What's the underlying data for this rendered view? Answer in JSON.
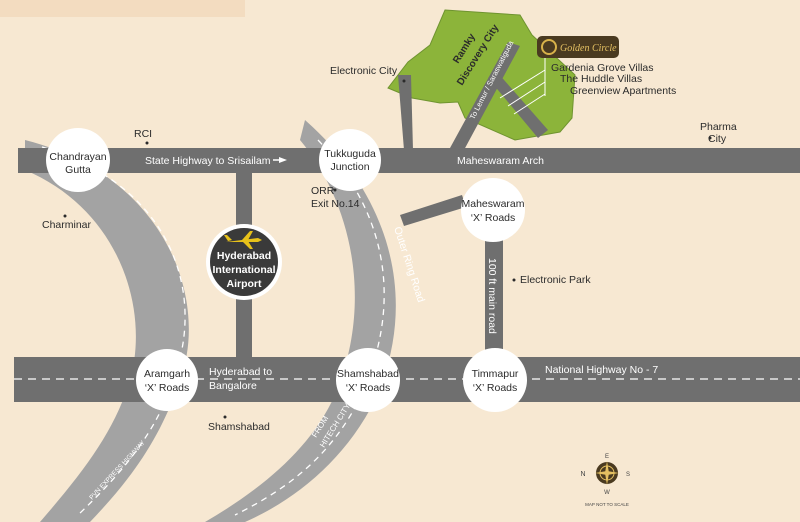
{
  "labels": {
    "electronic_city": "Electronic City",
    "rci": "RCI",
    "charminar": "Charminar",
    "pharma_city_1": "Pharma",
    "pharma_city_2": "City",
    "orr_exit_1": "ORR",
    "orr_exit_2": "Exit No.14",
    "electronic_park": "Electronic Park",
    "shamshabad": "Shamshabad",
    "maheswaram_arch": "Maheswaram Arch",
    "map_not_to_scale": "MAP NOT TO SCALE"
  },
  "roads": {
    "state_highway": "State Highway to Srisailam",
    "hyd_to_blr_1": "Hyderabad to",
    "hyd_to_blr_2": "Bangalore",
    "national_highway": "National Highway No - 7",
    "outer_ring_road": "Outer Ring Road",
    "from_hitech_1": "FROM",
    "from_hitech_2": "HITECH CITY",
    "pvn_expressway": "PVN EXPRESS HIGHWAY",
    "main_road_100ft": "100 ft main road",
    "to_lemur": "To Lemur / Saraswatiguda"
  },
  "nodes": {
    "chandrayan_1": "Chandrayan",
    "chandrayan_2": "Gutta",
    "tukkuguda_1": "Tukkuguda",
    "tukkuguda_2": "Junction",
    "maheswaram_1": "Maheswaram",
    "maheswaram_2": "‘X’ Roads",
    "aramgarh_1": "Aramgarh",
    "aramgarh_2": "‘X’ Roads",
    "shamshabad_1": "Shamshabad",
    "shamshabad_2": "‘X’ Roads",
    "timmapur_1": "Timmapur",
    "timmapur_2": "‘X’ Roads"
  },
  "airport": {
    "line1": "Hyderabad",
    "line2": "International",
    "line3": "Airport"
  },
  "project": {
    "brand": "Golden Circle",
    "area_1": "Ramky",
    "area_2": "Discovery City",
    "items": [
      "Gardenia Grove Villas",
      "The Huddle Villas",
      "Greenview Apartments"
    ]
  },
  "compass": {
    "n": "E",
    "w": "N",
    "e": "S",
    "s": "W"
  },
  "colors": {
    "background": "#f7e8d2",
    "road": "#6f6f6f",
    "ring": "#a3a3a3",
    "green": "#8cb43a",
    "node_fill": "#ffffff",
    "airport": "#3a3a3a",
    "plane": "#e8c21a"
  }
}
